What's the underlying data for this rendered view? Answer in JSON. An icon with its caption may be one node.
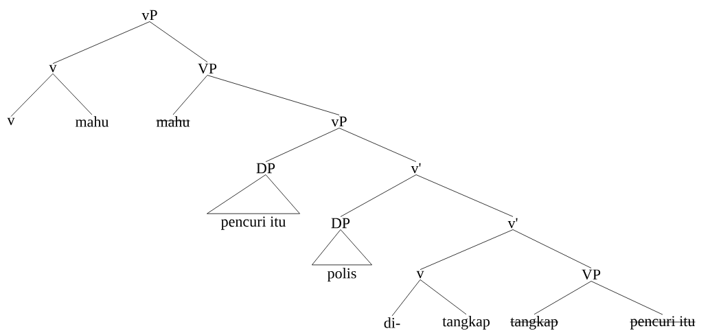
{
  "diagram": {
    "nodes": [
      {
        "text": [
          "vP"
        ]
      },
      {
        "text": [
          "v"
        ]
      },
      {
        "text": [
          "VP"
        ]
      },
      {
        "text": [
          "v"
        ]
      },
      {
        "text": [
          "mahu"
        ]
      },
      {
        "text": [
          "mahu"
        ]
      },
      {
        "text": [
          "vP"
        ]
      },
      {
        "text": [
          "DP"
        ]
      },
      {
        "text": [
          "v'"
        ]
      },
      {
        "text": [
          "pencuri itu"
        ]
      },
      {
        "text": [
          "DP"
        ]
      },
      {
        "text": [
          "v'"
        ]
      },
      {
        "text": [
          "polis"
        ]
      },
      {
        "text": [
          "v"
        ]
      },
      {
        "text": [
          "VP"
        ]
      },
      {
        "text": [
          "di-"
        ]
      },
      {
        "text": [
          "tangkap"
        ]
      },
      {
        "text": [
          "tangkap"
        ]
      },
      {
        "text": [
          "pencuri itu"
        ]
      }
    ],
    "edges": [
      {
        "from": 0,
        "to": 1,
        "arrow": "none"
      },
      {
        "from": 0,
        "to": 2,
        "arrow": "none"
      },
      {
        "from": 1,
        "to": 3,
        "arrow": "none"
      },
      {
        "from": 1,
        "to": 4,
        "arrow": "none"
      },
      {
        "from": 2,
        "to": 5,
        "arrow": "none"
      },
      {
        "from": 2,
        "to": 6,
        "arrow": "none"
      },
      {
        "from": 6,
        "to": 7,
        "arrow": "none"
      },
      {
        "from": 6,
        "to": 8,
        "arrow": "none"
      },
      {
        "from": 7,
        "to": 9,
        "arrow": "none"
      },
      {
        "from": 8,
        "to": 10,
        "arrow": "none"
      },
      {
        "from": 8,
        "to": 11,
        "arrow": "none"
      },
      {
        "from": 10,
        "to": 12,
        "arrow": "none"
      },
      {
        "from": 11,
        "to": 13,
        "arrow": "none"
      },
      {
        "from": 11,
        "to": 14,
        "arrow": "none"
      },
      {
        "from": 13,
        "to": 15,
        "arrow": "none"
      },
      {
        "from": 13,
        "to": 16,
        "arrow": "none"
      },
      {
        "from": 14,
        "to": 17,
        "arrow": "none"
      },
      {
        "from": 14,
        "to": 18,
        "arrow": "none"
      }
    ]
  }
}
